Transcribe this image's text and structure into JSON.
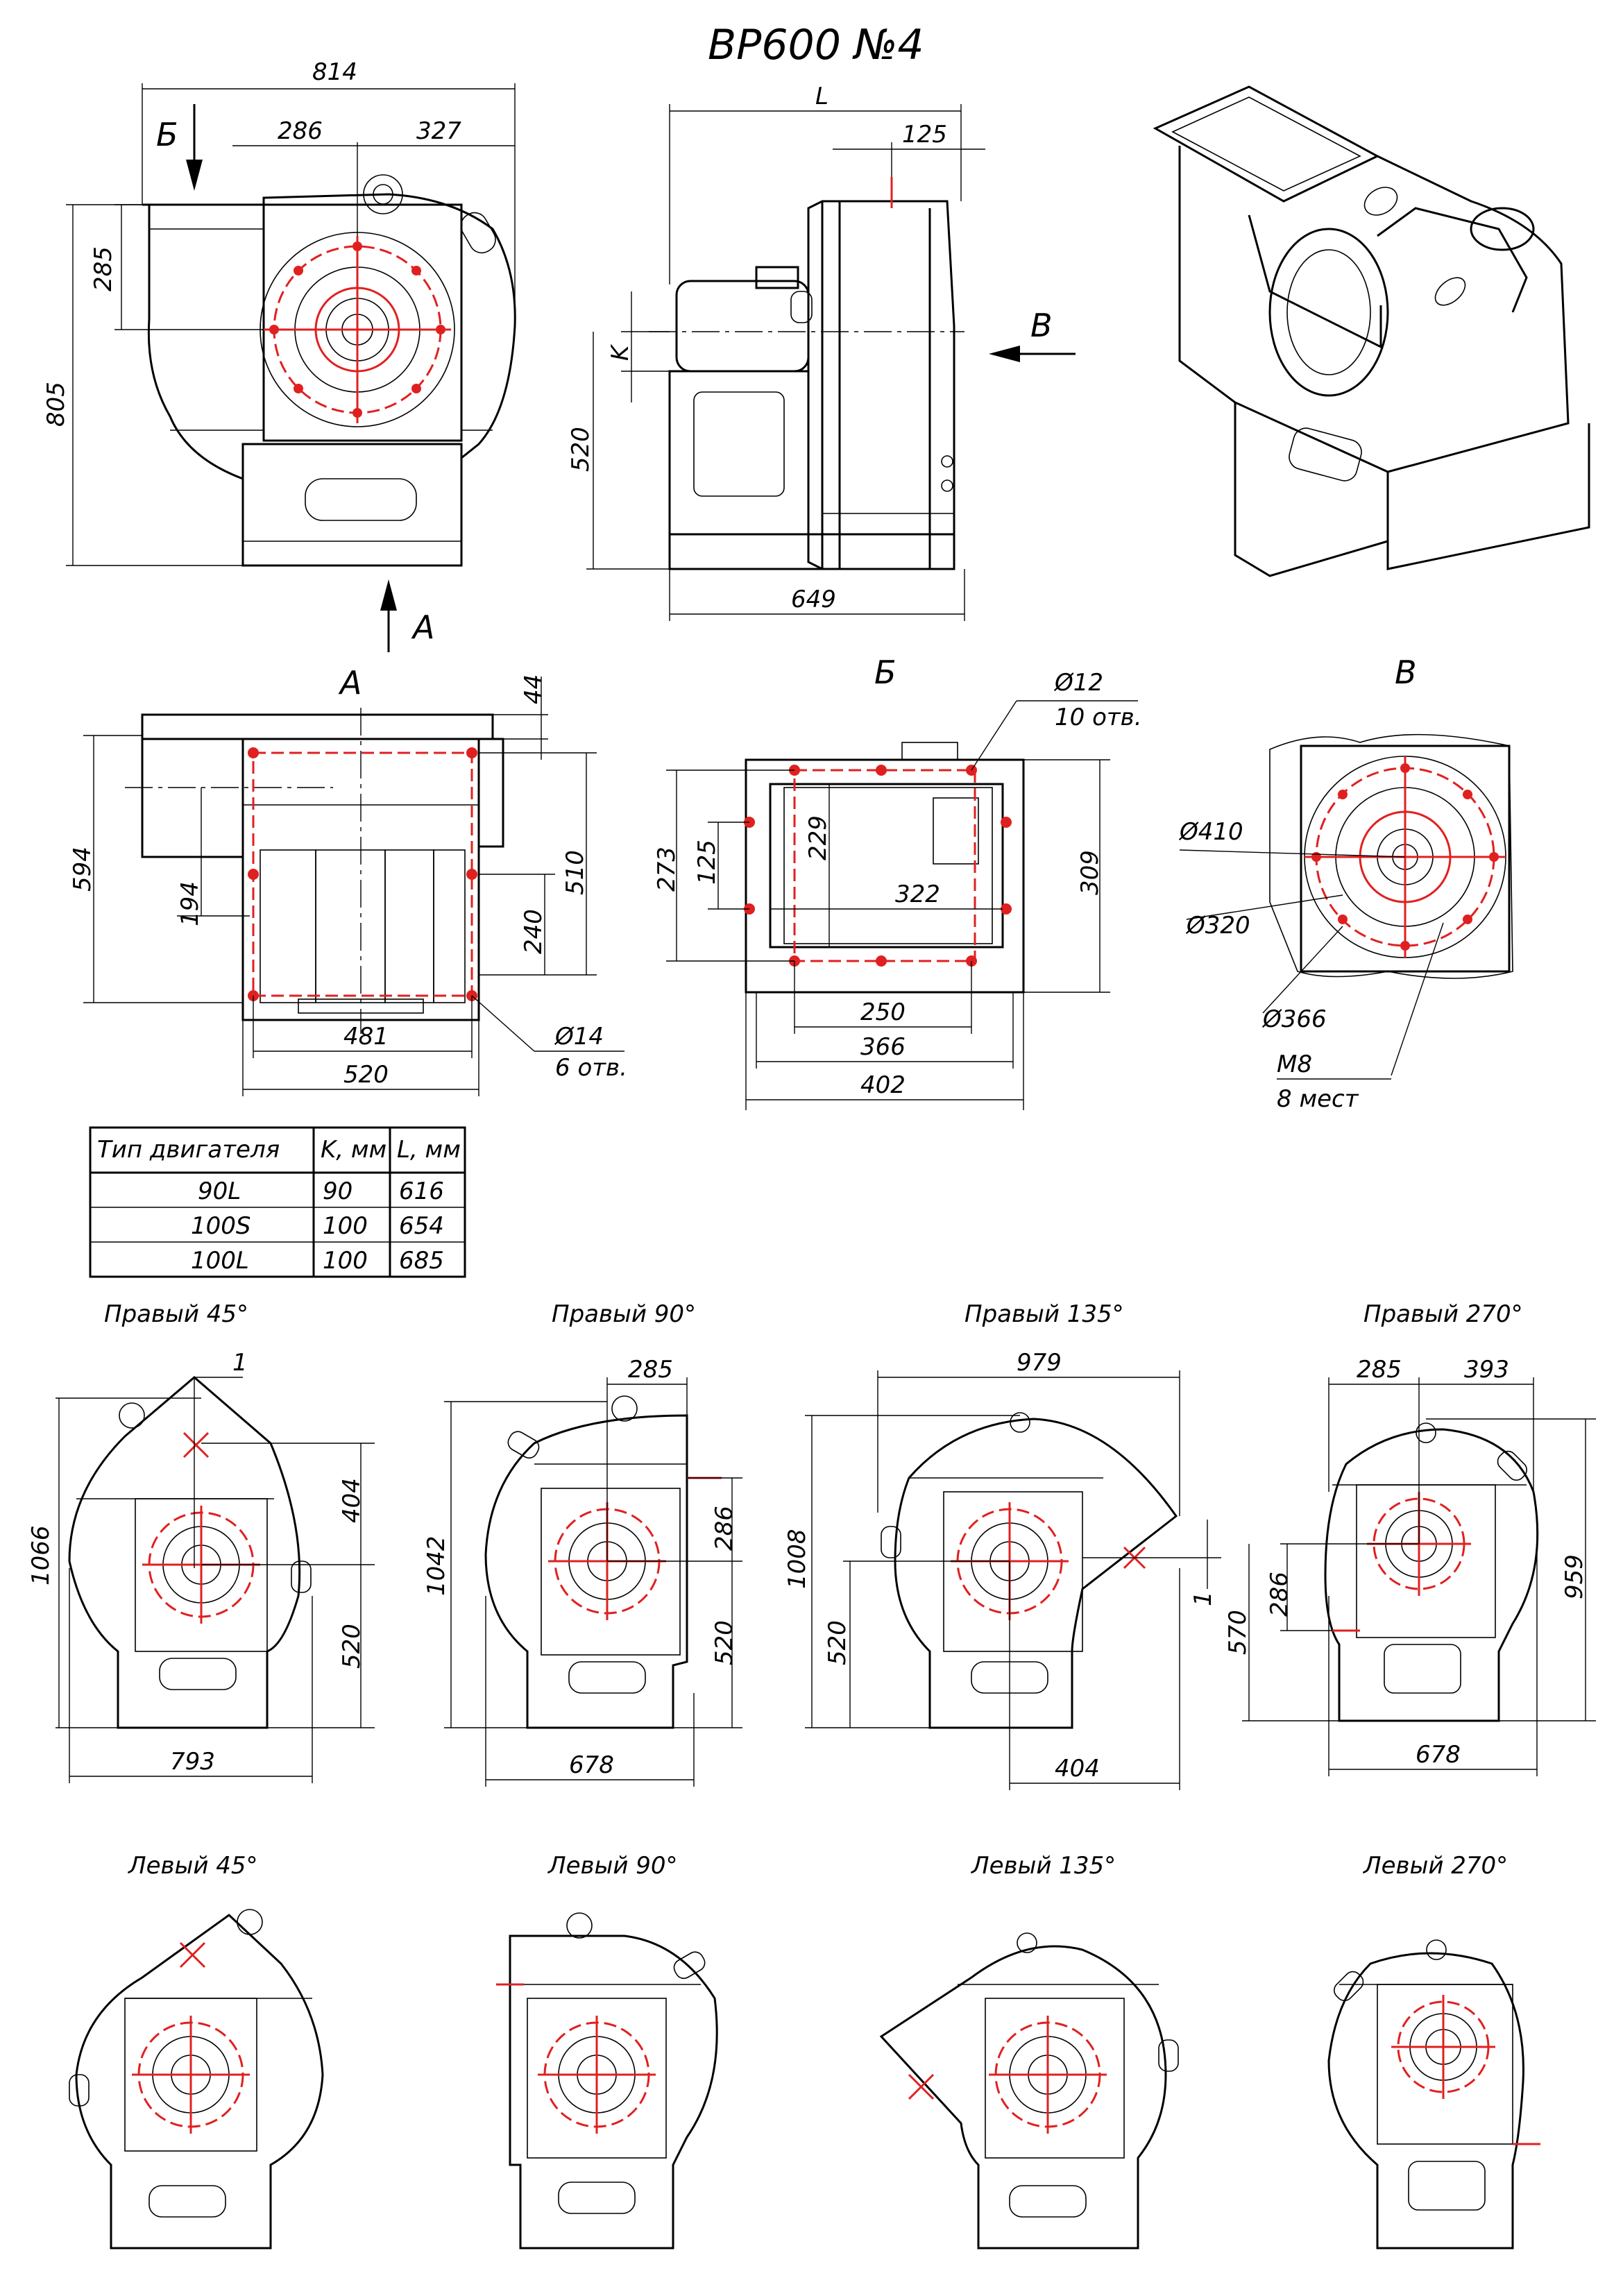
{
  "title": "ВР600 №4",
  "views": {
    "main": {
      "arrow_b": "Б",
      "arrow_a": "А",
      "dim_width": "814",
      "dim_left": "286",
      "dim_right": "327",
      "dim_top": "285",
      "dim_height": "805"
    },
    "side": {
      "dim_L": "L",
      "dim_125": "125",
      "dim_K": "K",
      "dim_520": "520",
      "dim_649": "649",
      "arrow_v": "В"
    },
    "section_a": {
      "label": "А",
      "dim_44": "44",
      "dim_594": "594",
      "dim_194": "194",
      "dim_510": "510",
      "dim_240": "240",
      "dim_481": "481",
      "dim_520": "520",
      "hole_dia": "Ø14",
      "hole_count": "6 отв."
    },
    "section_b": {
      "label": "Б",
      "hole_dia": "Ø12",
      "hole_count": "10 отв.",
      "dim_273": "273",
      "dim_125": "125",
      "dim_229": "229",
      "dim_322": "322",
      "dim_309": "309",
      "dim_250": "250",
      "dim_366": "366",
      "dim_402": "402"
    },
    "section_v": {
      "label": "В",
      "dia_410": "Ø410",
      "dia_320": "Ø320",
      "dia_366": "Ø366",
      "thread": "М8",
      "thread_count": "8 мест"
    }
  },
  "motor_table": {
    "headers": [
      "Тип двигателя",
      "K, мм",
      "L, мм"
    ],
    "rows": [
      [
        "90L",
        "90",
        "616"
      ],
      [
        "100S",
        "100",
        "654"
      ],
      [
        "100L",
        "100",
        "685"
      ]
    ]
  },
  "variants": {
    "r45": {
      "label": "Правый 45°",
      "d1": "1",
      "d2": "404",
      "d3": "1066",
      "d4": "520",
      "d5": "793"
    },
    "r90": {
      "label": "Правый 90°",
      "d1": "285",
      "d2": "1042",
      "d3": "286",
      "d4": "520",
      "d5": "678"
    },
    "r135": {
      "label": "Правый 135°",
      "d1": "979",
      "d2": "1008",
      "d3": "520",
      "d4": "1",
      "d5": "404"
    },
    "r270": {
      "label": "Правый 270°",
      "d1": "285",
      "d2": "393",
      "d3": "286",
      "d4": "570",
      "d5": "959",
      "d6": "678"
    },
    "l45": {
      "label": "Левый 45°"
    },
    "l90": {
      "label": "Левый 90°"
    },
    "l135": {
      "label": "Левый 135°"
    },
    "l270": {
      "label": "Левый 270°"
    }
  }
}
